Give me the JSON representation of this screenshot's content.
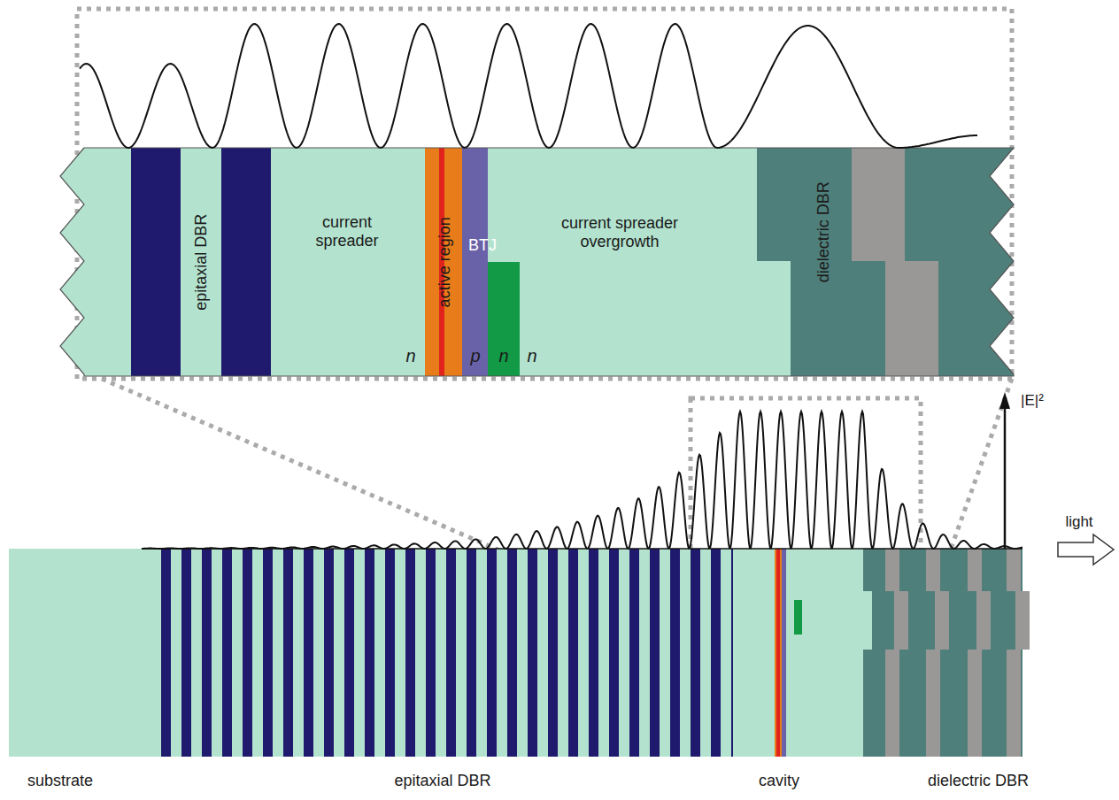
{
  "diagram": {
    "labels": [
      "epitaxial DBR",
      "current spreader",
      "active region",
      "BTJ",
      "current spreader overgrowth",
      "dielectric DBR",
      "n",
      "p",
      "n",
      "n",
      "|E|²",
      "light",
      "substrate",
      "epitaxial DBR",
      "cavity",
      "dielectric DBR"
    ]
  }
}
